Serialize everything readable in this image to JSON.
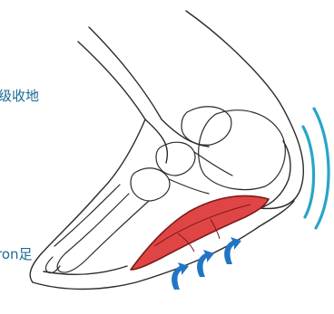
{
  "labels": {
    "top": "级收地",
    "bottom": "ron足"
  },
  "colors": {
    "text": "#1a6a95",
    "outline": "#2b2b2b",
    "pad_fill": "#e04545",
    "pad_stroke": "#7d1818",
    "sound_waves": "#2aa4c9",
    "up_arrows": "#2275c5"
  },
  "icons": {
    "pad": "insole-pad-shape",
    "waves": "sound-wave-arcs",
    "arrows": "up-curved-arrow"
  }
}
